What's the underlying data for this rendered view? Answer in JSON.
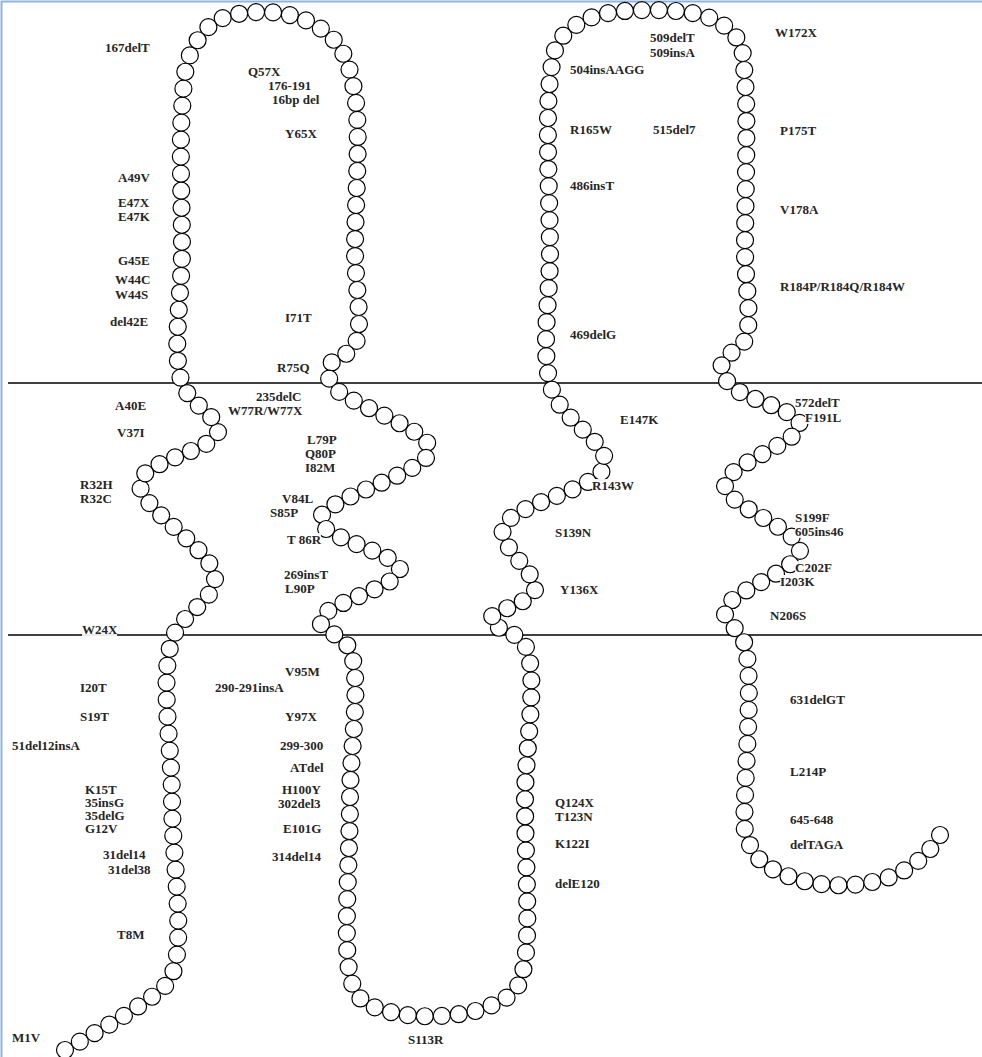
{
  "diagram": {
    "labels": [
      "167delT",
      "Q57X",
      "176-191",
      "16bp del",
      "Y65X",
      "A49V",
      "E47X",
      "E47K",
      "G45E",
      "W44C",
      "W44S",
      "I71T",
      "del42E",
      "R75Q",
      "A40E",
      "235delC",
      "W77R/W77X",
      "V37I",
      "L79P",
      "Q80P",
      "I82M",
      "R32H",
      "R32C",
      "V84L",
      "S85P",
      "T 86R",
      "269insT",
      "L90P",
      "W24X",
      "V95M",
      "I20T",
      "290-291insA",
      "S19T",
      "Y97X",
      "51del12insA",
      "299-300",
      "ATdel",
      "K15T",
      "H100Y",
      "35insG",
      "302del3",
      "35delG",
      "G12V",
      "E101G",
      "31del14",
      "314del14",
      "31del38",
      "T8M",
      "M1V",
      "S113R",
      "W172X",
      "509delT",
      "509insA",
      "504insAAGG",
      "R165W",
      "515del7",
      "P175T",
      "486insT",
      "V178A",
      "R184P/R184Q/R184W",
      "469delG",
      "572delT",
      "F191L",
      "E147K",
      "R143W",
      "S139N",
      "S199F",
      "605ins46",
      "Y136X",
      "C202F",
      "I203K",
      "N206S",
      "631delGT",
      "L214P",
      "Q124X",
      "T123N",
      "645-648",
      "K122I",
      "delTAGA",
      "delE120"
    ]
  }
}
